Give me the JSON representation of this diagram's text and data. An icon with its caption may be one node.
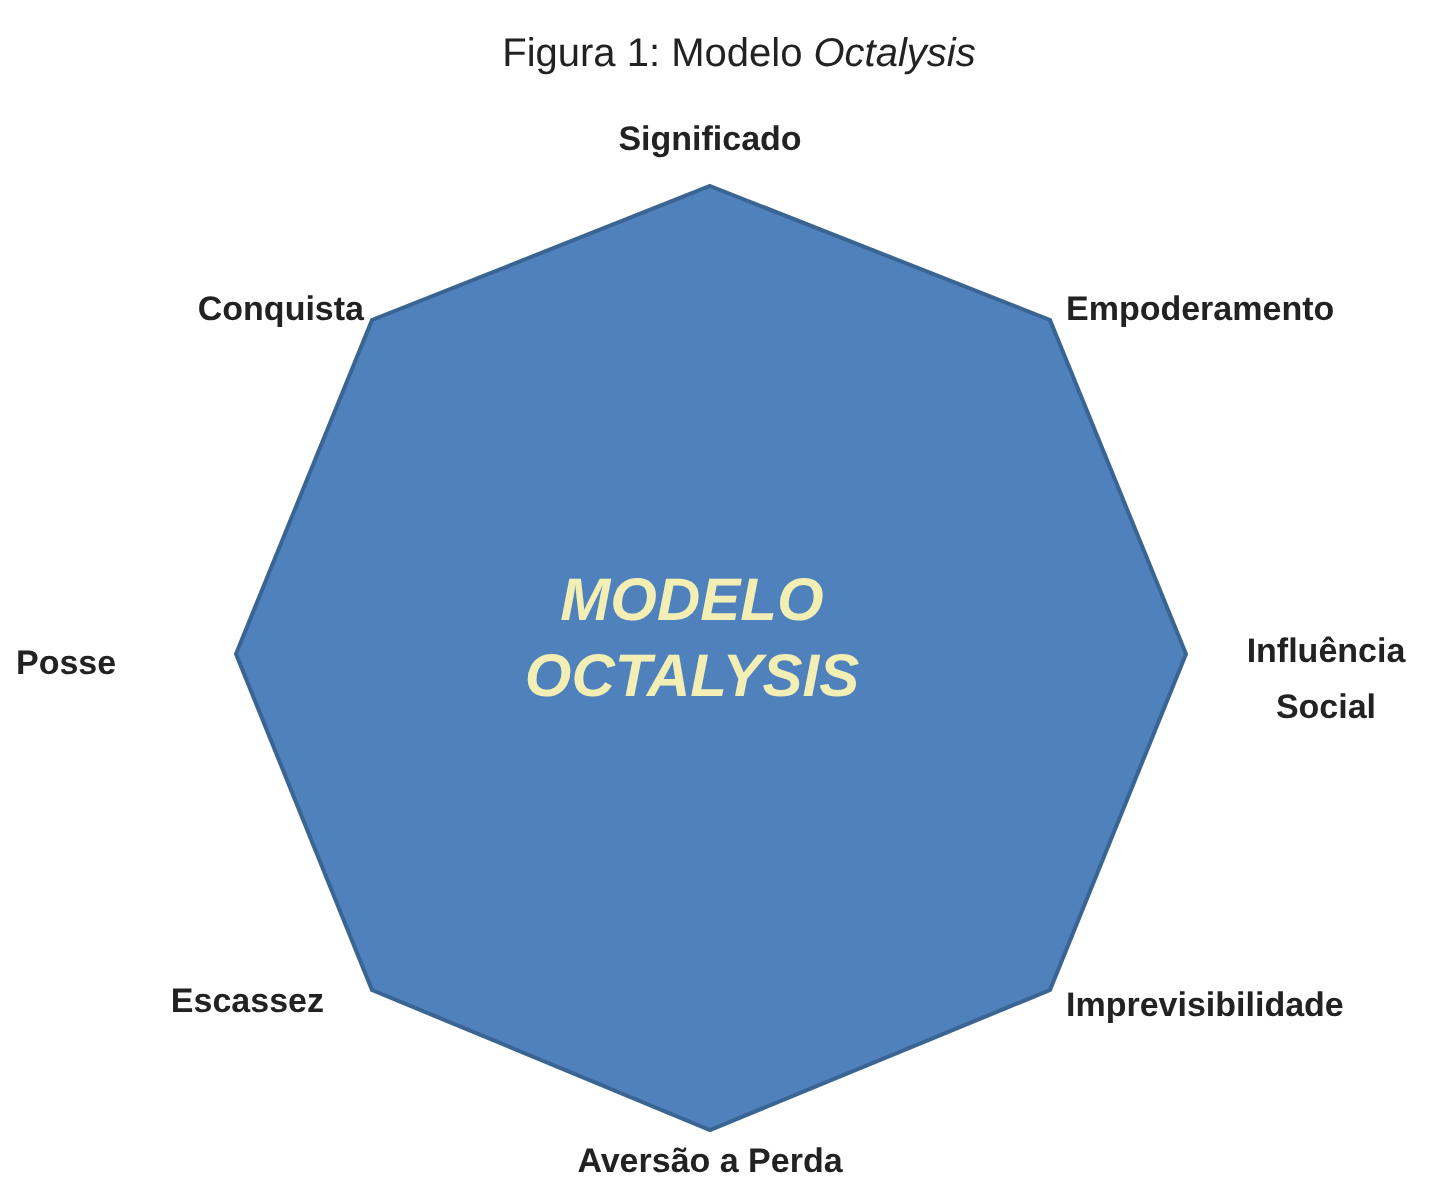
{
  "diagram": {
    "title": "Figura 1: Modelo *Octalysis*",
    "nodes": [
      {
        "text": [
          "MODELO OCTALYSIS"
        ]
      }
    ],
    "labels": [
      "Significado",
      "Conquista",
      "Empoderamento",
      "Posse",
      "Influência Social",
      "Escassez",
      "Imprevisibilidade",
      "Aversão a Perda"
    ]
  }
}
